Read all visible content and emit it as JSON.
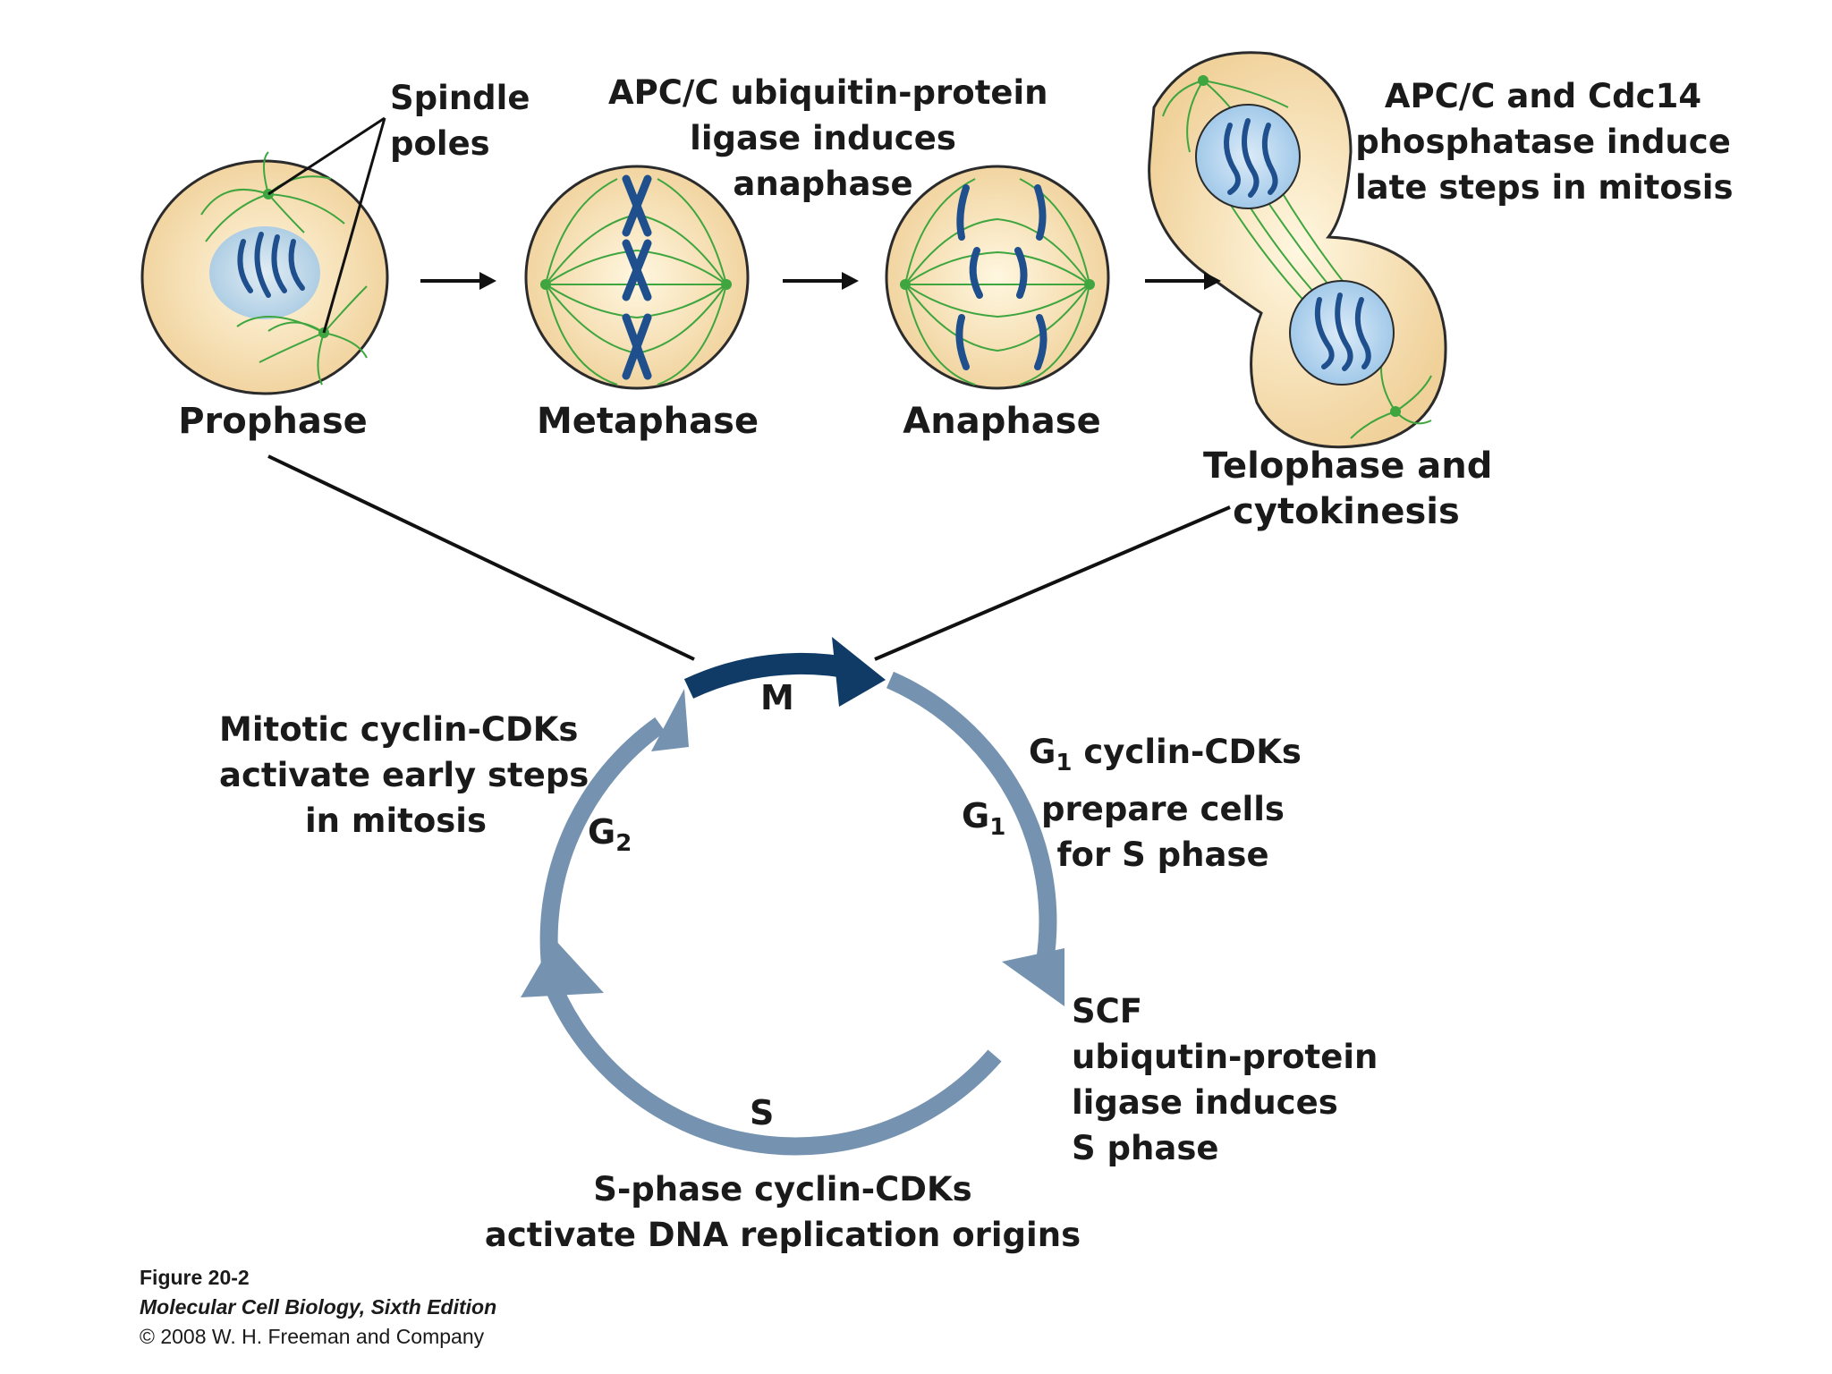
{
  "labels": {
    "spindle_poles": [
      "Spindle",
      "poles"
    ],
    "apc_anaphase": [
      "APC/C ubiquitin-protein",
      "ligase induces",
      "anaphase"
    ],
    "apc_cdc14": [
      "APC/C and Cdc14",
      "phosphatase induce",
      "late steps in mitosis"
    ],
    "mitotic_cdk": [
      "Mitotic cyclin-CDKs",
      "activate early steps",
      "in mitosis"
    ],
    "g1_cdk": {
      "prefix": "G",
      "sub": "1",
      "rest": " cyclin-CDKs",
      "lines": [
        "prepare cells",
        "for S phase"
      ]
    },
    "scf": [
      "SCF",
      "ubiqutin-protein",
      "ligase induces",
      "S phase"
    ],
    "s_cdk": [
      "S-phase cyclin-CDKs",
      "activate DNA replication origins"
    ]
  },
  "stages": {
    "prophase": "Prophase",
    "metaphase": "Metaphase",
    "anaphase": "Anaphase",
    "telophase": [
      "Telophase and",
      "cytokinesis"
    ]
  },
  "cycle": {
    "m": "M",
    "g1": {
      "letter": "G",
      "sub": "1"
    },
    "g2": {
      "letter": "G",
      "sub": "2"
    },
    "s": "S"
  },
  "caption": {
    "figure": "Figure 20-2",
    "book": "Molecular Cell Biology, Sixth Edition",
    "copyright": "© 2008 W. H. Freeman and Company"
  },
  "colors": {
    "cell_fill": "#f2d9a8",
    "cell_outline": "#2b2b2b",
    "spindle": "#3fa63f",
    "nucleus": "#b8d8f0",
    "chromosome": "#1f4f8c",
    "cycle_arrow": "#7593b0",
    "m_arrow": "#0f3b66"
  }
}
